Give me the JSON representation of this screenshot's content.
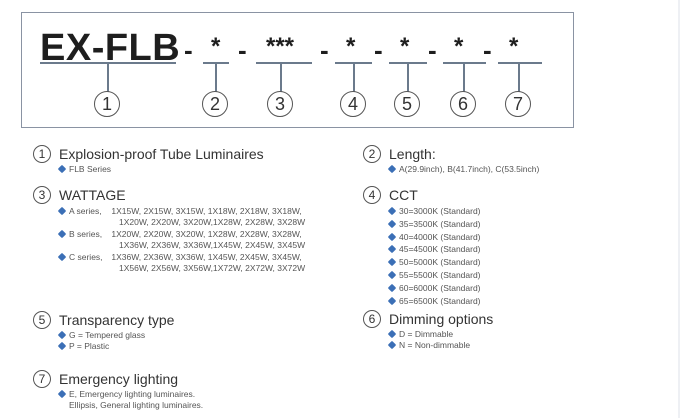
{
  "diagram": {
    "model_code": "EX-FLB",
    "separator": "-",
    "segments": [
      {
        "id": 1,
        "placeholder": "EX-FLB"
      },
      {
        "id": 2,
        "placeholder": "*"
      },
      {
        "id": 3,
        "placeholder": "***"
      },
      {
        "id": 4,
        "placeholder": "*"
      },
      {
        "id": 5,
        "placeholder": "*"
      },
      {
        "id": 6,
        "placeholder": "*"
      },
      {
        "id": 7,
        "placeholder": "*"
      }
    ],
    "numbers": [
      "1",
      "2",
      "3",
      "4",
      "5",
      "6",
      "7"
    ]
  },
  "sections": {
    "s1": {
      "num": "1",
      "title": "Explosion-proof Tube Luminaires",
      "items": [
        "FLB Series"
      ]
    },
    "s2": {
      "num": "2",
      "title": "Length:",
      "items": [
        "A(29.9inch), B(41.7inch), C(53.5inch)"
      ]
    },
    "s3": {
      "num": "3",
      "title": "WATTAGE",
      "items": [
        {
          "prefix": "A series,",
          "line1": "1X15W, 2X15W, 3X15W, 1X18W, 2X18W, 3X18W,",
          "line2": "1X20W, 2X20W, 3X20W,1X28W, 2X28W, 3X28W"
        },
        {
          "prefix": "B series,",
          "line1": "1X20W, 2X20W, 3X20W, 1X28W, 2X28W, 3X28W,",
          "line2": "1X36W, 2X36W, 3X36W,1X45W, 2X45W, 3X45W"
        },
        {
          "prefix": "C series,",
          "line1": "1X36W, 2X36W, 3X36W, 1X45W, 2X45W, 3X45W,",
          "line2": "1X56W, 2X56W, 3X56W,1X72W, 2X72W, 3X72W"
        }
      ]
    },
    "s4": {
      "num": "4",
      "title": "CCT",
      "items": [
        "30=3000K (Standard)",
        "35=3500K (Standard)",
        "40=4000K (Standard)",
        "45=4500K (Standard)",
        "50=5000K (Standard)",
        "55=5500K (Standard)",
        "60=6000K (Standard)",
        "65=6500K (Standard)"
      ]
    },
    "s5": {
      "num": "5",
      "title": "Transparency type",
      "items": [
        "G = Tempered glass",
        "P = Plastic"
      ]
    },
    "s6": {
      "num": "6",
      "title": "Dimming options",
      "items": [
        "D = Dimmable",
        "N = Non-dimmable"
      ]
    },
    "s7": {
      "num": "7",
      "title": "Emergency lighting",
      "items": [
        "E, Emergency lighting luminaires.",
        "Ellipsis, General lighting luminaires."
      ]
    }
  },
  "colors": {
    "bullet": "#3b6fb6",
    "box_border": "#8a93a3",
    "text": "#333333"
  }
}
